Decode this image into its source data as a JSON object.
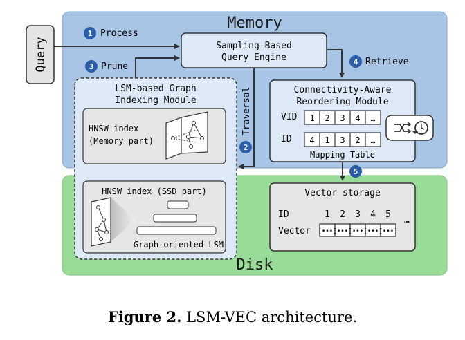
{
  "regions": {
    "memory": "Memory",
    "disk": "Disk"
  },
  "query": "Query",
  "steps": [
    {
      "num": "1",
      "label": "Process"
    },
    {
      "num": "2",
      "label": "Traversal"
    },
    {
      "num": "3",
      "label": "Prune"
    },
    {
      "num": "4",
      "label": "Retrieve"
    },
    {
      "num": "5",
      "label": ""
    }
  ],
  "query_engine": {
    "line1": "Sampling-Based",
    "line2": "Query Engine"
  },
  "lsm_module": {
    "line1": "LSM-based Graph",
    "line2": "Indexing Module",
    "hnsw_memory": {
      "line1": "HNSW index",
      "line2": "(Memory part)"
    },
    "hnsw_ssd": {
      "title": "HNSW index (SSD part)",
      "lsm_label": "Graph-oriented LSM"
    }
  },
  "reordering": {
    "line1": "Connectivity-Aware",
    "line2": "Reordering Module",
    "vid_label": "VID",
    "vid_cells": [
      "1",
      "2",
      "3",
      "4",
      "…"
    ],
    "id_label": "ID",
    "id_cells": [
      "4",
      "1",
      "3",
      "2",
      "…"
    ],
    "table_label": "Mapping Table"
  },
  "vector_storage": {
    "title": "Vector storage",
    "id_label": "ID",
    "ids": [
      "1",
      "2",
      "3",
      "4",
      "5"
    ],
    "vector_label": "Vector",
    "vector_cell": "[•••]",
    "ellipsis": "…"
  },
  "caption": {
    "bold": "Figure 2.",
    "text": " LSM-VEC architecture."
  },
  "colors": {
    "memory_bg": "#a9c5e6",
    "disk_bg": "#98dc98",
    "box_bg": "#dde9f7",
    "grey_box": "#e6e6e6",
    "badge": "#2a5ea8"
  }
}
